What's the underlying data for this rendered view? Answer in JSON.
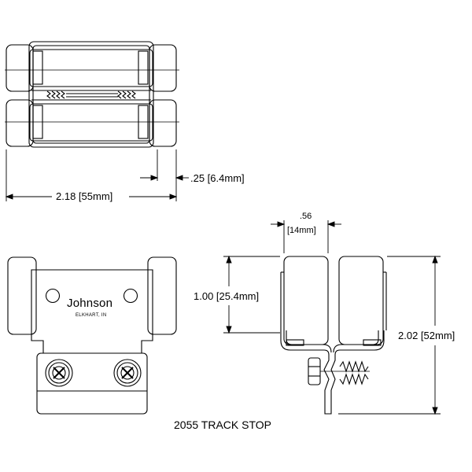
{
  "drawing": {
    "title": "2055 TRACK STOP",
    "brand": "Johnson",
    "brand_location": "ELKHART, IN"
  },
  "dimensions": {
    "overall_width": "2.18 [55mm]",
    "end_offset": ".25 [6.4mm]",
    "gap_inch": ".56",
    "gap_mm": "[14mm]",
    "body_height": "1.00 [25.4mm]",
    "overall_height": "2.02 [52mm]"
  },
  "colors": {
    "line": "#000000",
    "background": "#ffffff"
  }
}
